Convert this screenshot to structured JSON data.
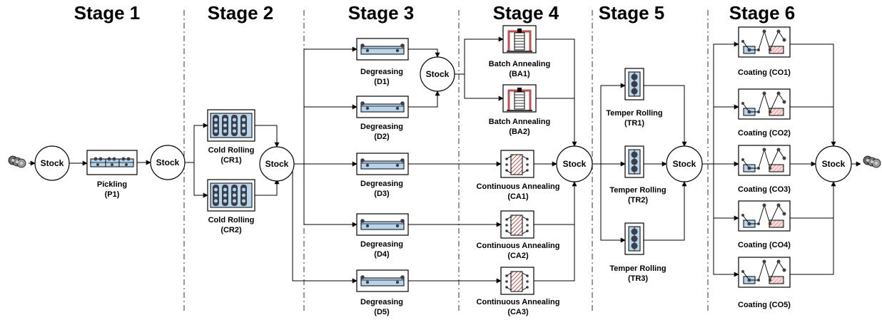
{
  "stages": [
    "Stage 1",
    "Stage 2",
    "Stage 3",
    "Stage 4",
    "Stage 5",
    "Stage 6"
  ],
  "stock_label": "Stock",
  "nodes": {
    "P1": [
      "Pickling",
      "(P1)"
    ],
    "CR1": [
      "Cold Rolling",
      "(CR1)"
    ],
    "CR2": [
      "Cold Rolling",
      "(CR2)"
    ],
    "D1": [
      "Degreasing",
      "(D1)"
    ],
    "D2": [
      "Degreasing",
      "(D2)"
    ],
    "D3": [
      "Degreasing",
      "(D3)"
    ],
    "D4": [
      "Degreasing",
      "(D4)"
    ],
    "D5": [
      "Degreasing",
      "(D5)"
    ],
    "BA1": [
      "Batch Annealing",
      "(BA1)"
    ],
    "BA2": [
      "Batch Annealing",
      "(BA2)"
    ],
    "CA1": [
      "Continuous Annealing",
      "(CA1)"
    ],
    "CA2": [
      "Continuous Annealing",
      "(CA2)"
    ],
    "CA3": [
      "Continuous Annealing",
      "(CA3)"
    ],
    "TR1": [
      "Temper Rolling",
      "(TR1)"
    ],
    "TR2": [
      "Temper Rolling",
      "(TR2)"
    ],
    "TR3": [
      "Temper Rolling",
      "(TR3)"
    ],
    "CO1": [
      "Coating (CO1)"
    ],
    "CO2": [
      "Coating (CO2)"
    ],
    "CO3": [
      "Coating (CO3)"
    ],
    "CO4": [
      "Coating (CO4)"
    ],
    "CO5": [
      "Coating (CO5)"
    ]
  },
  "colors": {
    "line": "#000000",
    "roll": "#3a3f4a",
    "strip_blue": "#b8d4ea",
    "annealing_red": "#c0504d",
    "coating_red": "#f2c4c4"
  }
}
